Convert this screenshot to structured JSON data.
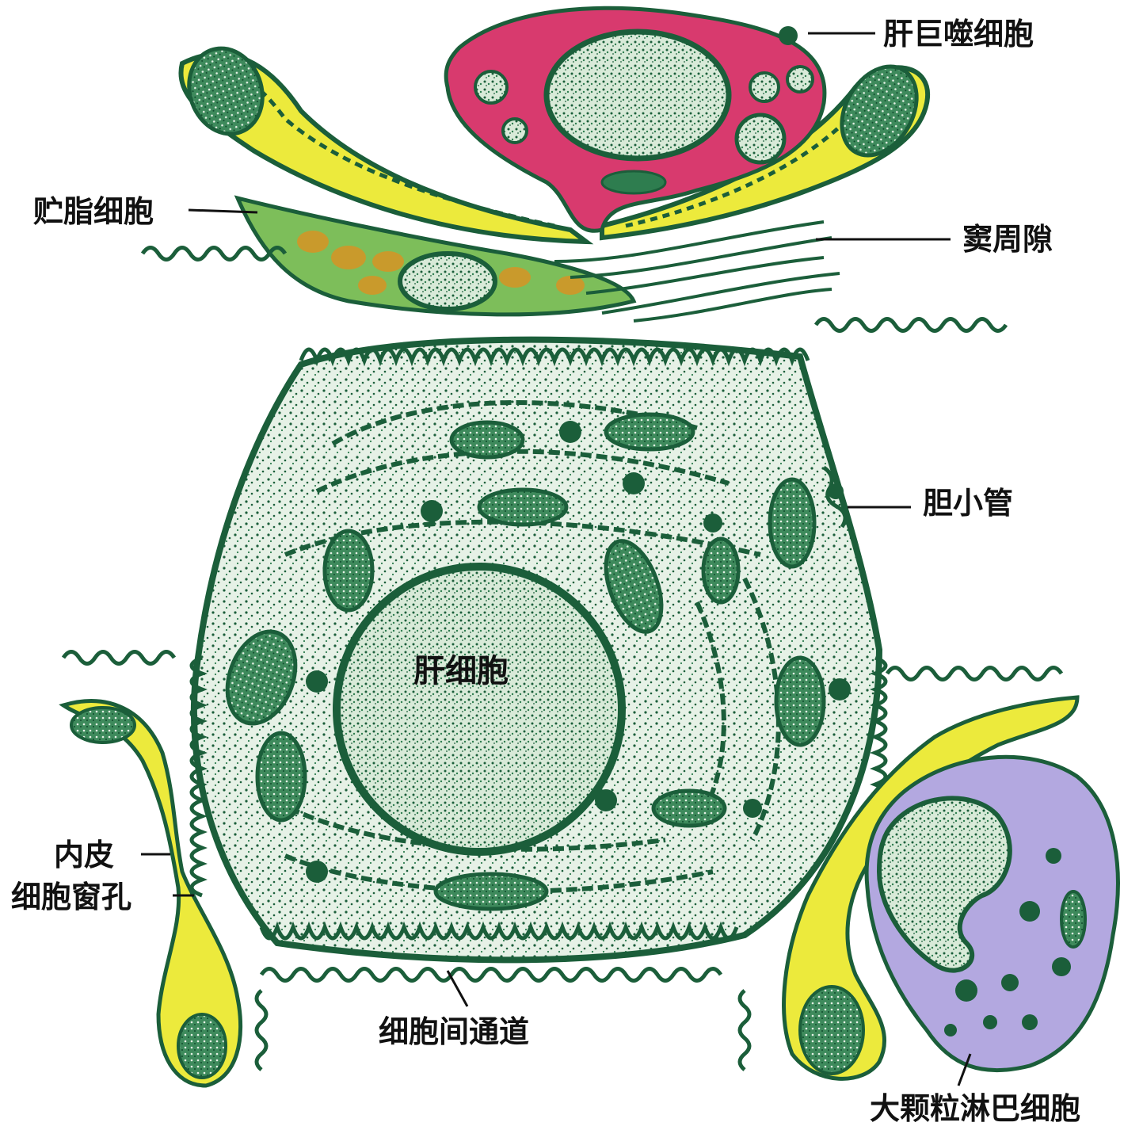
{
  "figure": {
    "labels": {
      "kupffer_cell": "肝巨噬细胞",
      "fat_storing_cell": "贮脂细胞",
      "perisinusoidal_space": "窦周隙",
      "bile_canaliculus": "胆小管",
      "hepatocyte": "肝细胞",
      "endothelium": "内皮",
      "endothelial_fenestra": "细胞窗孔",
      "intercellular_channel": "细胞间通道",
      "large_granular_lymphocyte": "大颗粒淋巴细胞"
    },
    "colors": {
      "membrane_dark_green": "#1b5e3a",
      "cytoplasm_green": "#2e7d4f",
      "endothelium_yellow": "#ecea3c",
      "kupffer_pink": "#d83a6e",
      "fat_cell_green": "#7dbe5a",
      "lipid_droplet_orange": "#c99a2c",
      "lymphocyte_lavender": "#b3a8e0",
      "background": "#ffffff"
    }
  }
}
